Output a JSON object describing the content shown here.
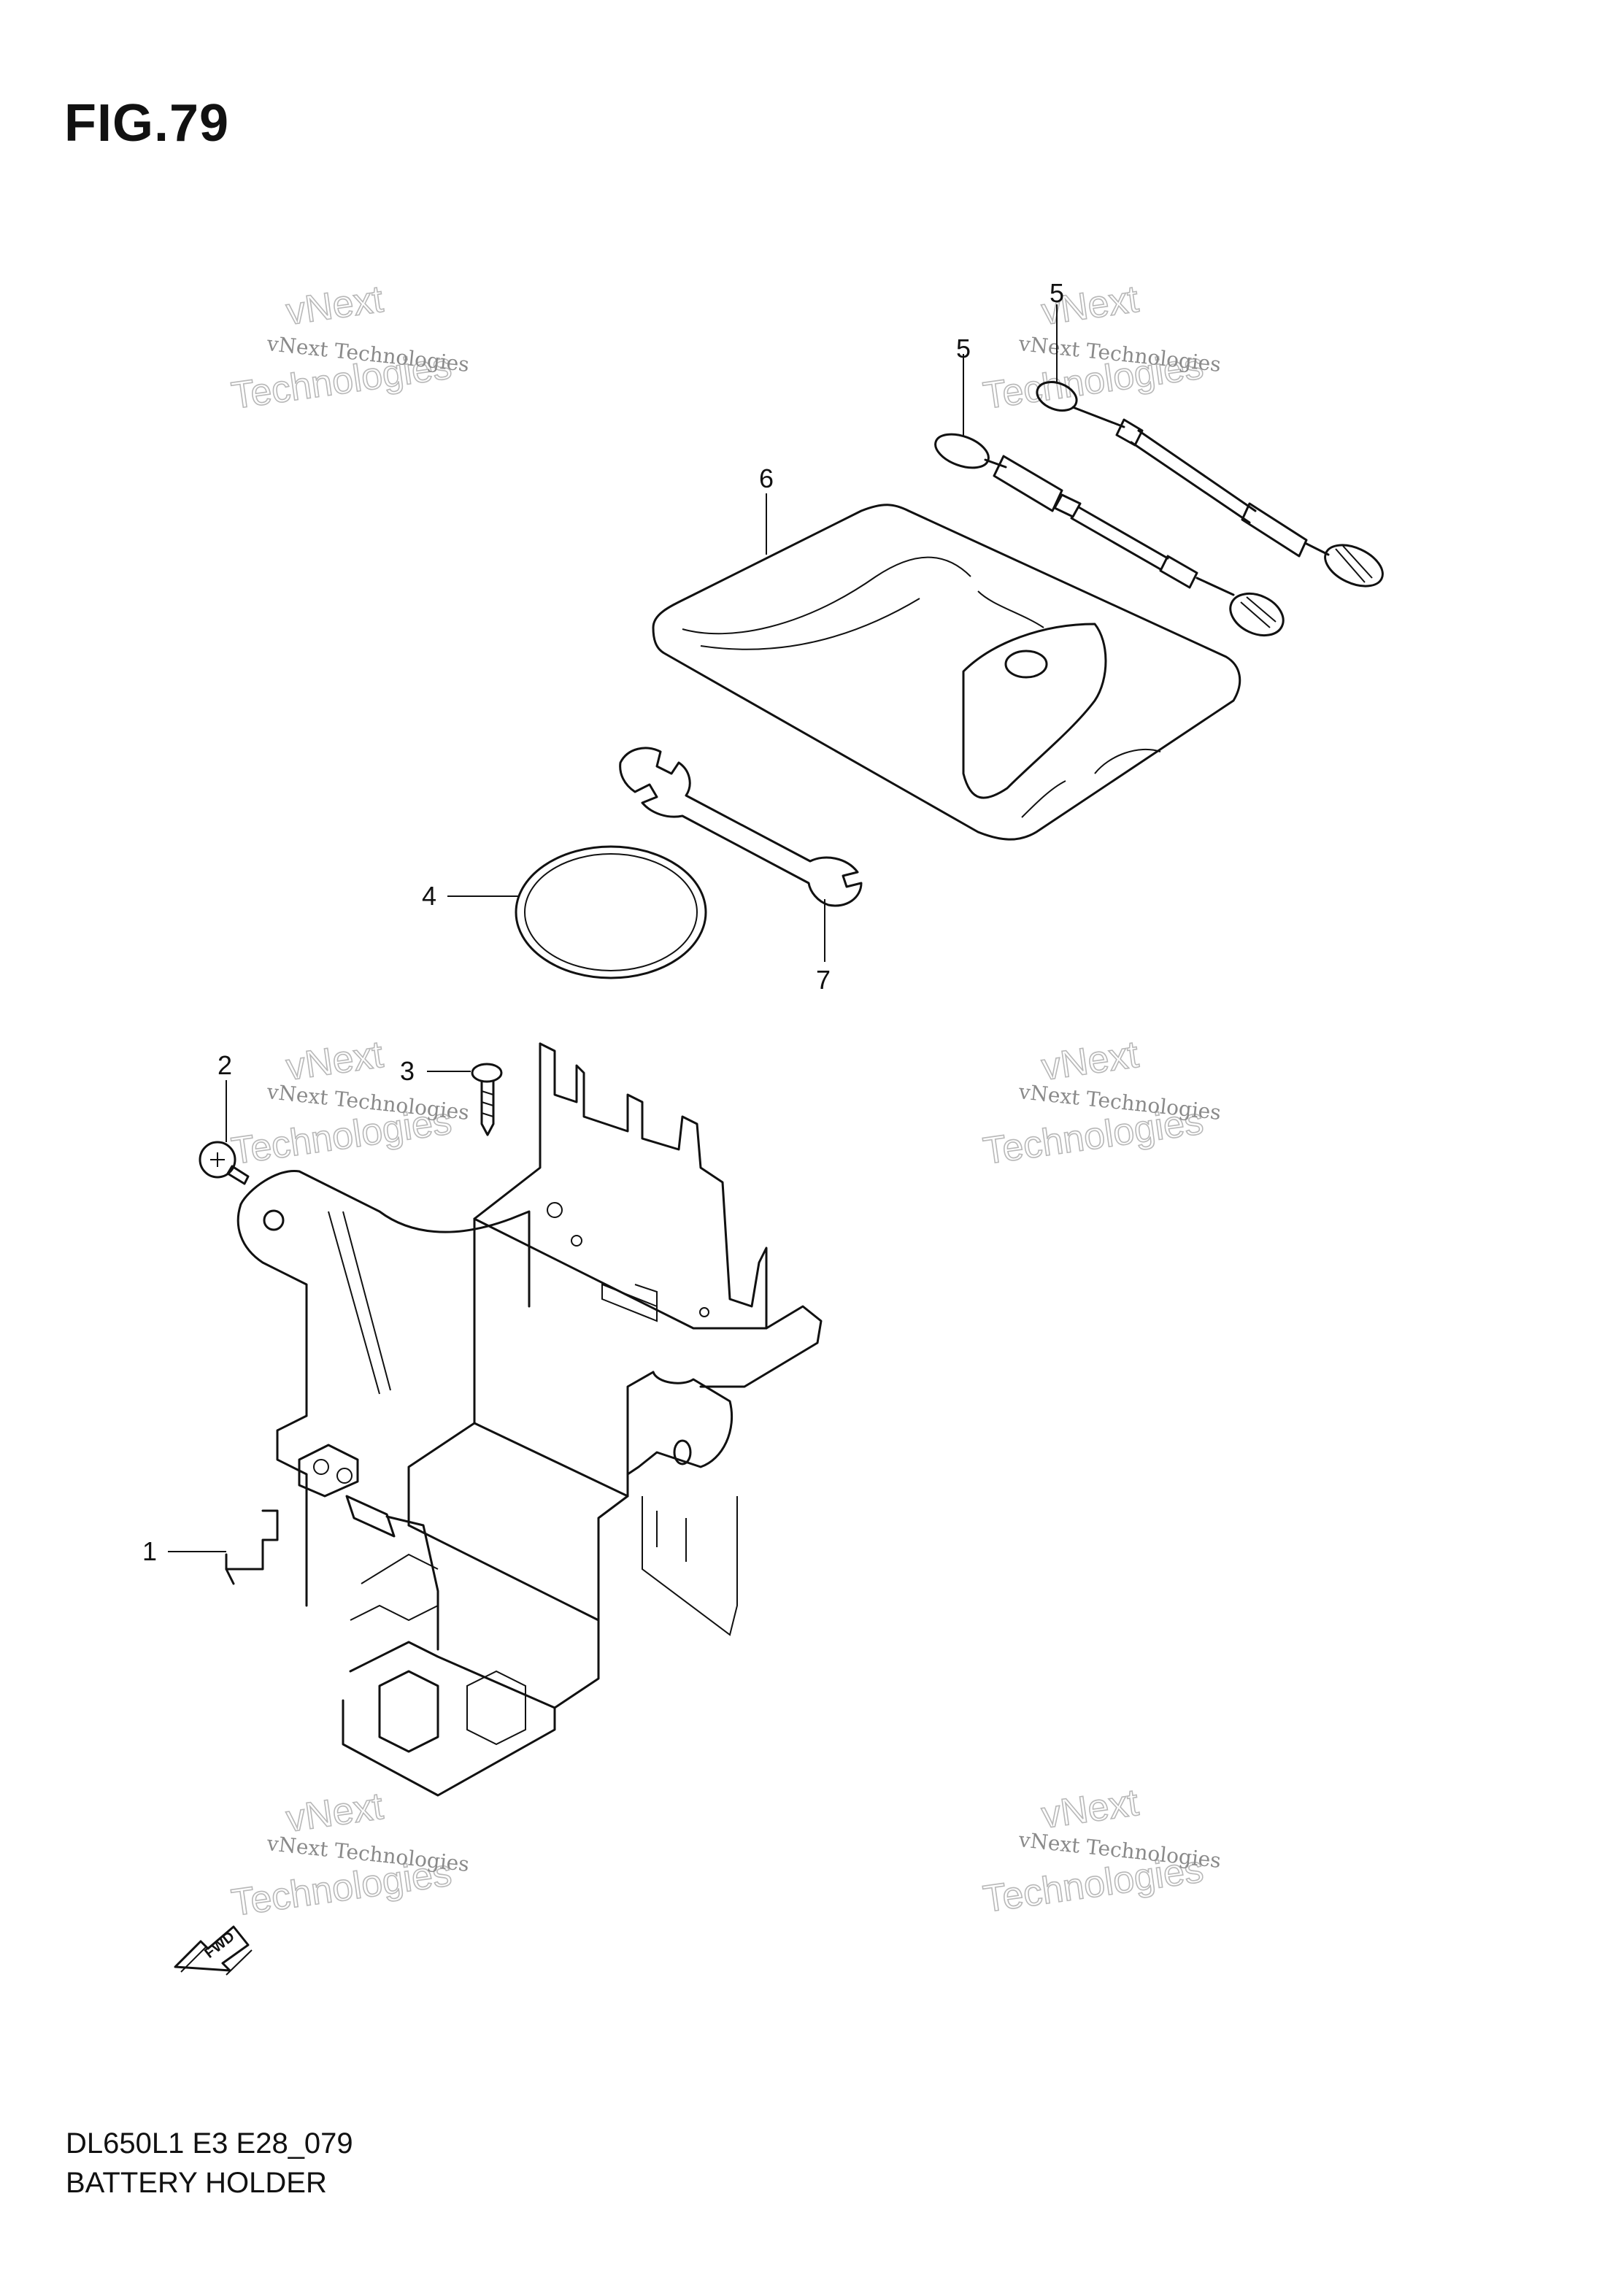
{
  "figure": {
    "title": "FIG.79"
  },
  "callouts": [
    {
      "id": "1",
      "label": "1"
    },
    {
      "id": "2",
      "label": "2"
    },
    {
      "id": "3",
      "label": "3"
    },
    {
      "id": "4",
      "label": "4"
    },
    {
      "id": "5a",
      "label": "5"
    },
    {
      "id": "5b",
      "label": "5"
    },
    {
      "id": "6",
      "label": "6"
    },
    {
      "id": "7",
      "label": "7"
    }
  ],
  "watermark": {
    "line1": "vNext Technologies",
    "line2": "vNext",
    "line3": "Technologies"
  },
  "fwd_label": "FWD",
  "footer": {
    "code": "DL650L1 E3 E28_079",
    "title": "BATTERY HOLDER"
  }
}
